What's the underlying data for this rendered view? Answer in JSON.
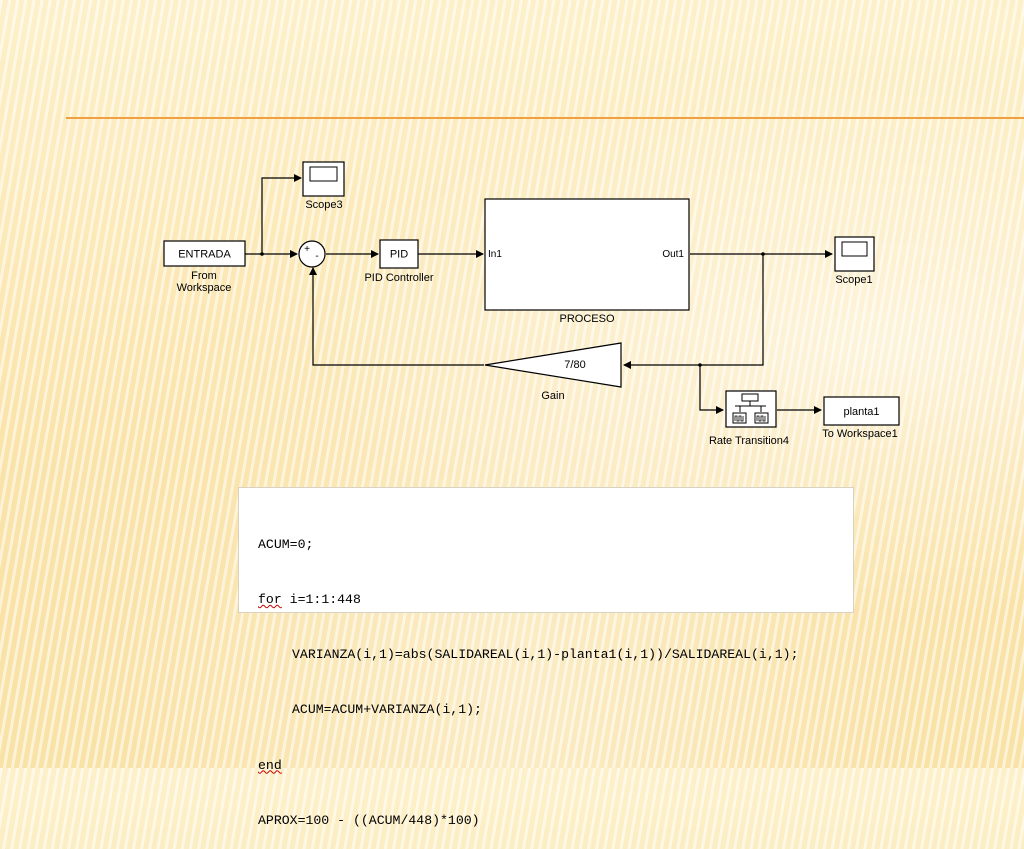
{
  "diagram": {
    "blocks": {
      "from_workspace": {
        "value": "ENTRADA",
        "name_line1": "From",
        "name_line2": "Workspace"
      },
      "scope3": {
        "name": "Scope3"
      },
      "sum": {
        "plus_sign": "+",
        "minus_sign": "-"
      },
      "pid": {
        "value": "PID",
        "name": "PID Controller"
      },
      "proceso": {
        "in_port": "In1",
        "out_port": "Out1",
        "name": "PROCESO"
      },
      "scope1": {
        "name": "Scope1"
      },
      "gain": {
        "value": "7/80",
        "name": "Gain"
      },
      "rate_transition": {
        "name": "Rate Transition4"
      },
      "to_workspace": {
        "value": "planta1",
        "name": "To Workspace1"
      }
    }
  },
  "code": {
    "lines": [
      {
        "keyword": "",
        "text": "ACUM=0;"
      },
      {
        "keyword": "for",
        "text": " i=1:1:448"
      },
      {
        "keyword": "",
        "text": "VARIANZA(i,1)=abs(SALIDAREAL(i,1)-planta1(i,1))/SALIDAREAL(i,1);"
      },
      {
        "keyword": "",
        "text": "ACUM=ACUM+VARIANZA(i,1);"
      },
      {
        "keyword": "end",
        "text": ""
      },
      {
        "keyword": "",
        "text": "APROX=100 - ((ACUM/448)*100)"
      }
    ]
  },
  "colors": {
    "background": "#fbe9b6",
    "accent_rule": "#f0a040",
    "spell_underline": "#c00000"
  }
}
